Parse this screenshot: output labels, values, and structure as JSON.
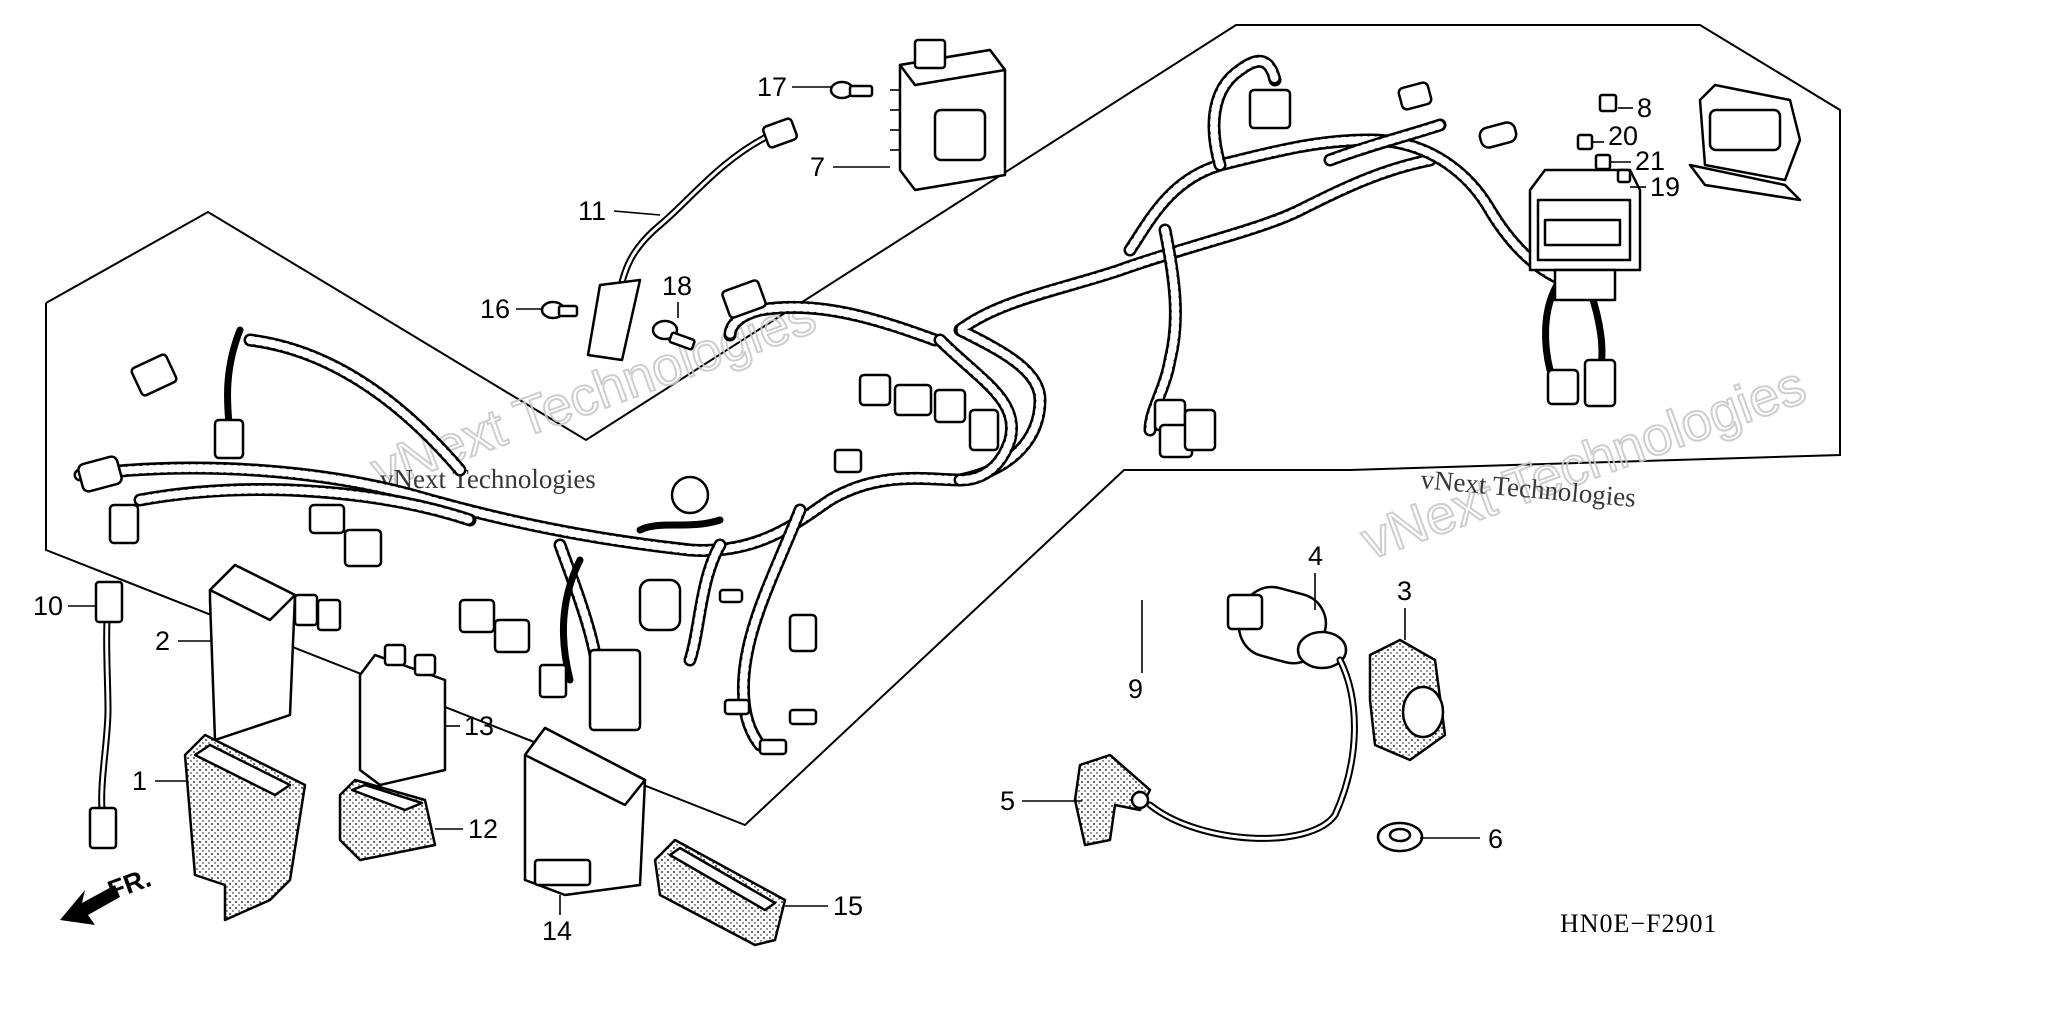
{
  "diagram": {
    "figure_code": "HN0E−F2901",
    "front_label": "FR.",
    "watermark": "vNext Technologies",
    "callouts": [
      "1",
      "2",
      "3",
      "4",
      "5",
      "6",
      "7",
      "8",
      "9",
      "10",
      "11",
      "12",
      "13",
      "14",
      "15",
      "16",
      "17",
      "18",
      "19",
      "20",
      "21"
    ]
  }
}
